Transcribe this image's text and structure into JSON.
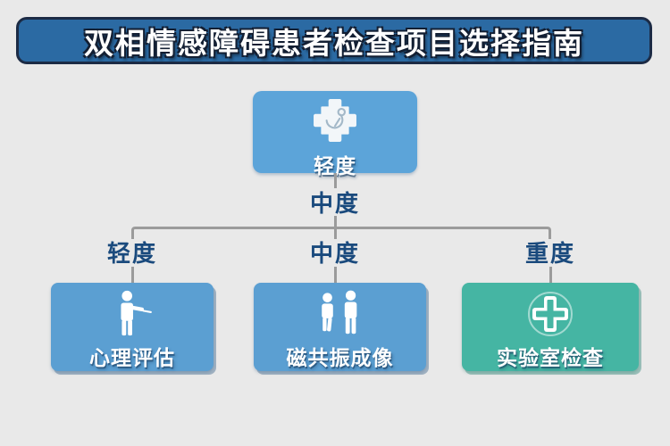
{
  "title": "双相情感障碍患者检查项目选择指南",
  "flowchart": {
    "root": {
      "label": "轻度",
      "icon": "medical-cross-stethoscope-icon"
    },
    "mid_label": "中度",
    "branches": [
      {
        "branch_label": "轻度",
        "box_label": "心理评估",
        "icon": "clinician-person-icon",
        "box_color": "#5b9fd2"
      },
      {
        "branch_label": "中度",
        "box_label": "磁共振成像",
        "icon": "two-patients-icon",
        "box_color": "#5b9fd2"
      },
      {
        "branch_label": "重度",
        "box_label": "实验室检查",
        "icon": "medical-cross-circle-icon",
        "box_color": "#45b5a3"
      }
    ]
  },
  "colors": {
    "background": "#e9e9e9",
    "banner_fill": "#2b6aa3",
    "banner_border": "#1c2b45",
    "root_box_fill": "#5ca4d9",
    "blue_box_fill": "#5b9fd2",
    "blue_box_top": "#4a87b4",
    "teal_box_fill": "#45b5a3",
    "teal_box_top": "#3ba18f",
    "connector_line": "#9b9b9b",
    "severity_label_text": "#1a4a7d",
    "box_label_text": "#ffffff"
  }
}
